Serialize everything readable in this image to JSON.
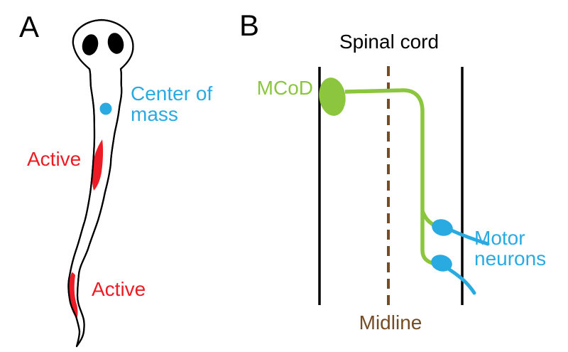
{
  "figure": {
    "panel_a": {
      "label": "A",
      "center_of_mass_line1": "Center of",
      "center_of_mass_line2": "mass",
      "active_upper": "Active",
      "active_lower": "Active"
    },
    "panel_b": {
      "label": "B",
      "title": "Spinal cord",
      "neuron_label": "MCoD",
      "midline_label": "Midline",
      "motor_neurons_line1": "Motor",
      "motor_neurons_line2": "neurons"
    }
  },
  "colors": {
    "blue": "#29ABE2",
    "red": "#ED1C24",
    "green": "#8CC63F",
    "brown": "#754C24",
    "black": "#000000",
    "white": "#FFFFFF"
  }
}
